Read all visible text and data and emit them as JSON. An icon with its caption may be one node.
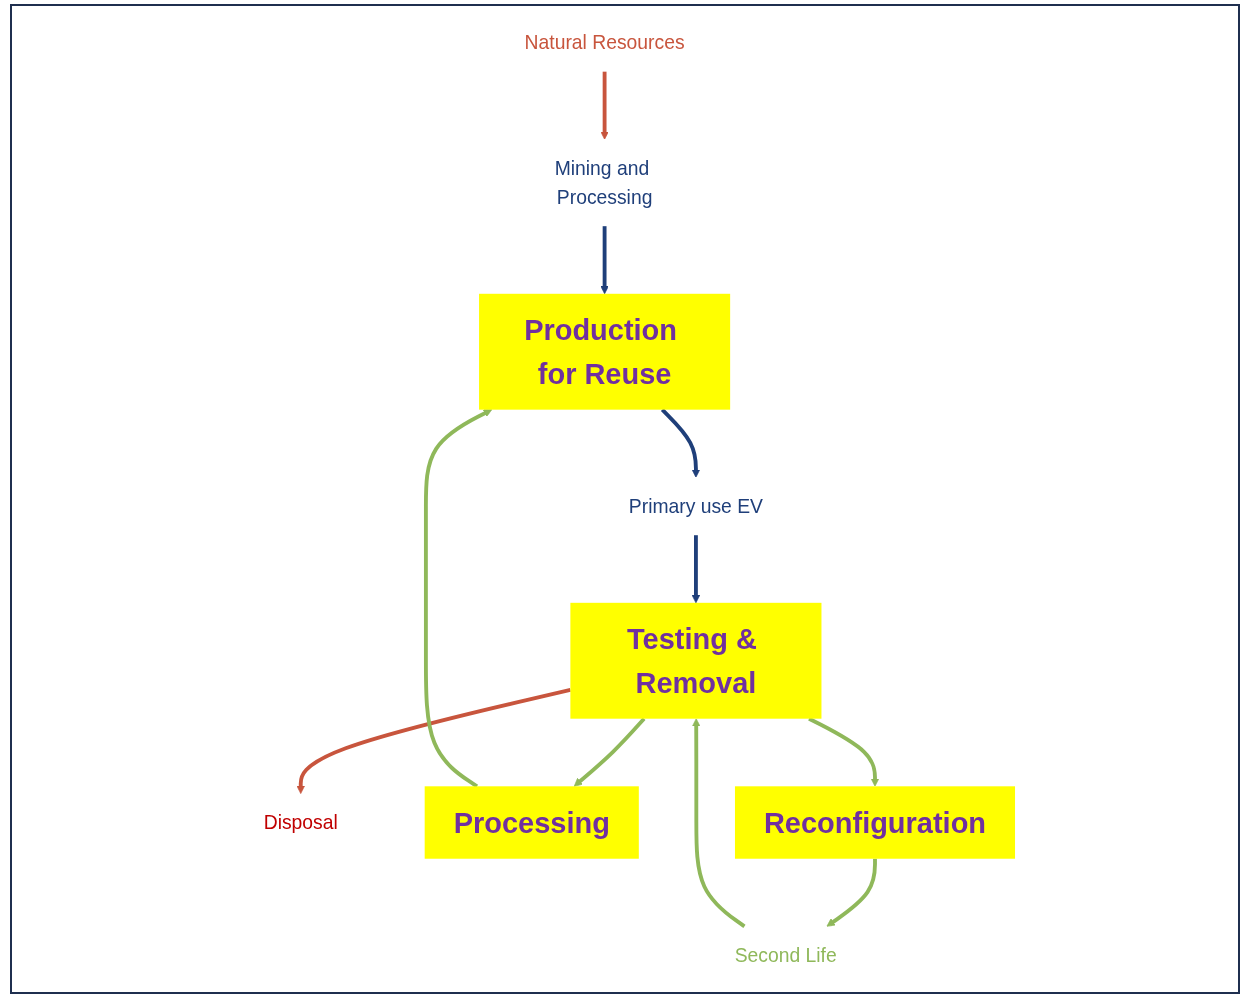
{
  "diagram": {
    "nodes": [
      {
        "text": [
          "Natural Resources"
        ]
      },
      {
        "text": [
          "Disposal"
        ]
      },
      {
        "text": [
          "Mining and Processing"
        ]
      },
      {
        "text": [
          "Processing"
        ]
      },
      {
        "text": [
          "Testing & Removal"
        ]
      },
      {
        "text": [
          "Production for Reuse"
        ]
      },
      {
        "text": [
          "Reconfiguration"
        ]
      },
      {
        "text": [
          "Second Life"
        ]
      },
      {
        "text": [
          "Primary use EV"
        ]
      }
    ],
    "edges": [
      {
        "from": 0,
        "to": 2,
        "arrow": "to",
        "color": "#c8553d"
      },
      {
        "from": 4,
        "to": 1,
        "arrow": "to",
        "color": "#c8553d"
      },
      {
        "from": 2,
        "to": 5,
        "arrow": "to",
        "color": "#1f3f7a"
      },
      {
        "from": 4,
        "to": 3,
        "arrow": "to"
      },
      {
        "from": 3,
        "to": 5,
        "arrow": "to"
      },
      {
        "from": 4,
        "to": 6,
        "arrow": "to"
      },
      {
        "from": 6,
        "to": 7,
        "arrow": "to"
      },
      {
        "from": 7,
        "to": 4,
        "arrow": "to"
      },
      {
        "from": 5,
        "to": 8,
        "arrow": "to",
        "color": "#1f3f7a"
      },
      {
        "from": 8,
        "to": 4,
        "arrow": "to",
        "color": "#1f3f7a"
      }
    ]
  }
}
